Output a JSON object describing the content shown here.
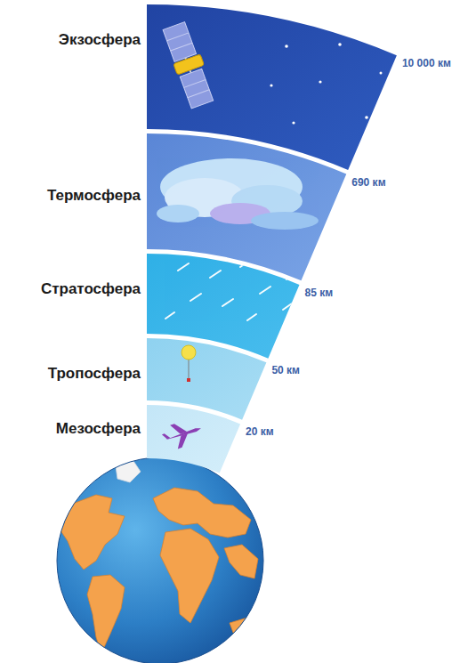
{
  "diagram": {
    "nodes": [
      {
        "text": [
          "Экзосфера",
          "10 000 км"
        ]
      },
      {
        "text": [
          "Термосфера",
          "690 км"
        ]
      },
      {
        "text": [
          "Стратосфера",
          "85 км"
        ]
      },
      {
        "text": [
          "Тропосфера",
          "50 км"
        ]
      },
      {
        "text": [
          "Мезосфера",
          "20 км"
        ]
      }
    ]
  }
}
